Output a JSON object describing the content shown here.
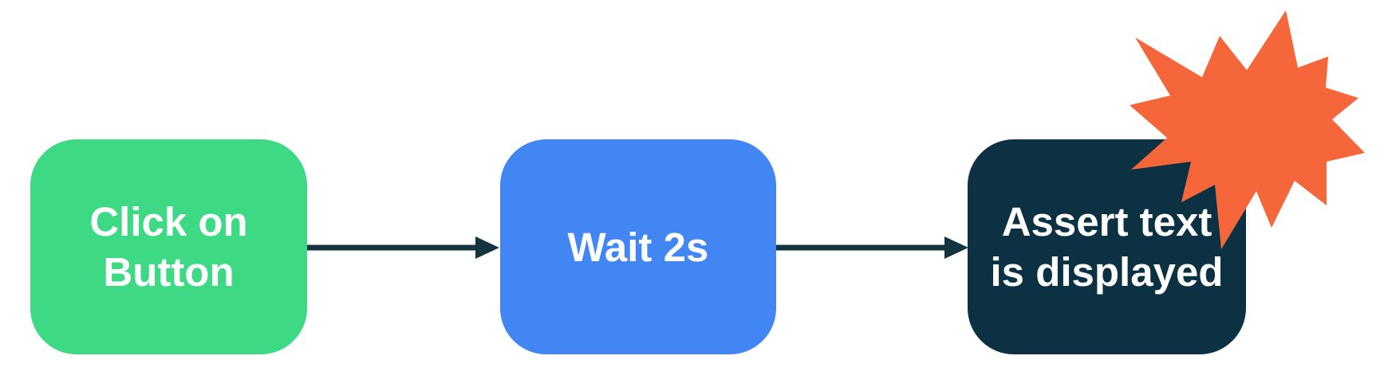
{
  "diagram": {
    "title": "test-automation-flow",
    "background_color": "#FFFFFF",
    "nodes": [
      {
        "id": "step-1",
        "label": "Click on\nButton",
        "fill": "#3DD985",
        "text_color": "#FFFFFF"
      },
      {
        "id": "step-2",
        "label": "Wait 2s",
        "fill": "#4286F4",
        "text_color": "#FFFFFF"
      },
      {
        "id": "step-3",
        "label": "Assert text\nis displayed",
        "fill": "#0B3143",
        "text_color": "#FFFFFF"
      }
    ],
    "connectors": [
      {
        "id": "arrow-1",
        "from": "step-1",
        "to": "step-2",
        "color": "#13333F"
      },
      {
        "id": "arrow-2",
        "from": "step-2",
        "to": "step-3",
        "color": "#13333F"
      }
    ],
    "burst": {
      "icon": "explosion-burst-icon",
      "color": "#F5663A"
    }
  }
}
